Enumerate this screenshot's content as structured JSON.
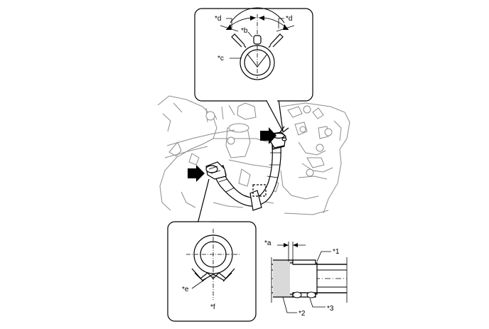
{
  "callouts": {
    "top_left_d": "*d",
    "top_right_d": "*d",
    "b": "*b",
    "c": "*c",
    "a": "*a",
    "n1": "*1",
    "n2": "*2",
    "n3": "*3",
    "e": "*e",
    "f": "*f"
  },
  "colors": {
    "line": "#000000",
    "faint_line": "#9a9a9a",
    "panel_fill": "#ffffff",
    "hose_fill": "#ffffff",
    "engine_line": "#8c8c8c",
    "gray_fill": "#d9d9d9",
    "dark_fill": "#bdbdbd"
  }
}
